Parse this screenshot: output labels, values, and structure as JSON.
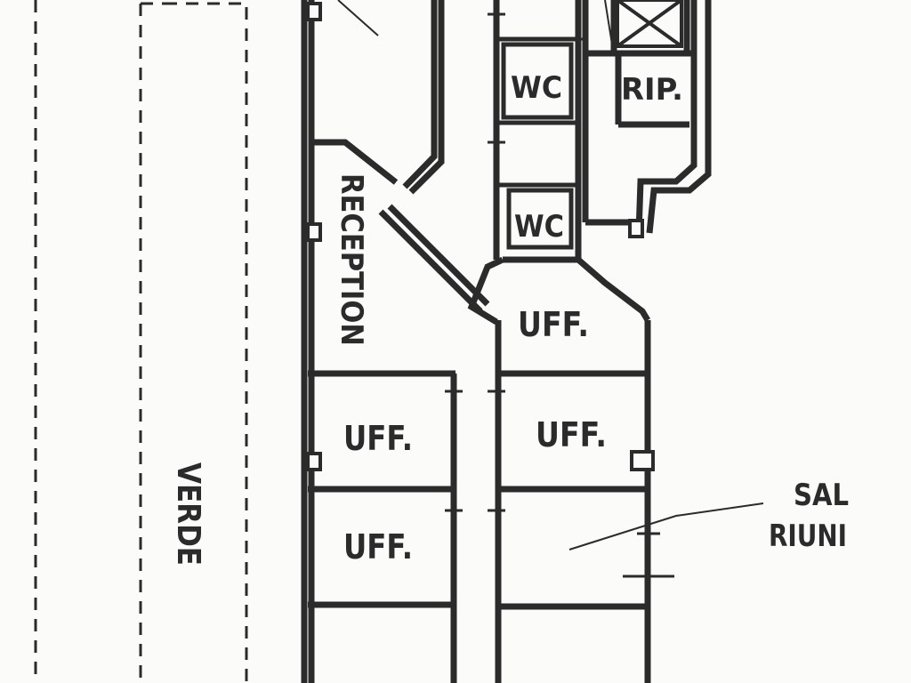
{
  "plan": {
    "ink_color": "#2b2b2b",
    "paper_color": "#fbfbf9",
    "labels": {
      "reception": "RECEPTION",
      "verde": "VERDE",
      "wc_upper": "WC",
      "wc_lower": "WC",
      "rip": "RIP.",
      "uff_center": "UFF.",
      "uff_left_1": "UFF.",
      "uff_left_2": "UFF.",
      "uff_right_1": "UFF.",
      "sala_line1": "SAL",
      "sala_line2": "RIUNI"
    }
  }
}
